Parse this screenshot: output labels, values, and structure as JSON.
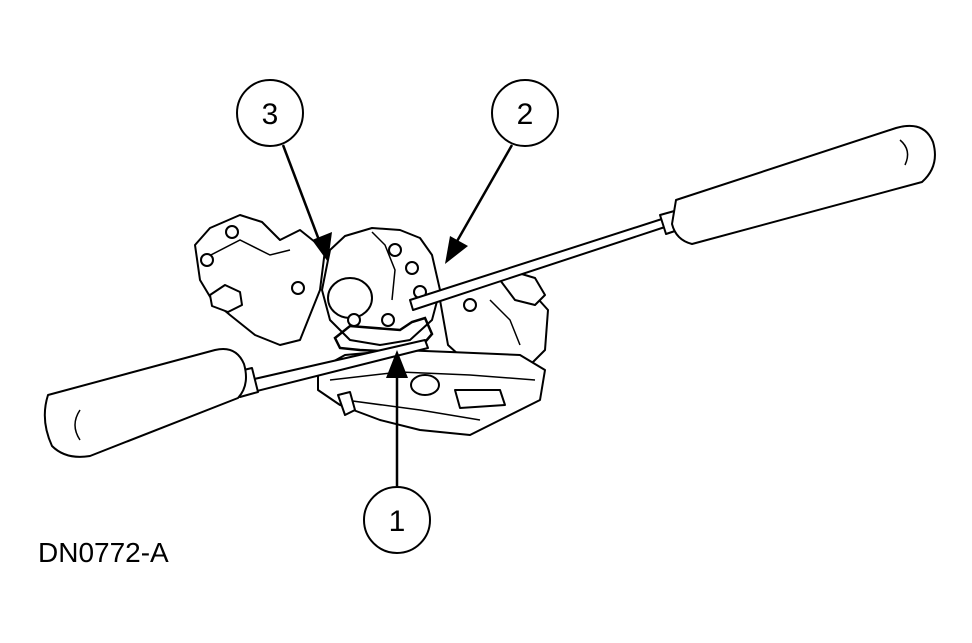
{
  "callouts": [
    {
      "id": "1",
      "label": "1"
    },
    {
      "id": "2",
      "label": "2"
    },
    {
      "id": "3",
      "label": "3"
    }
  ],
  "figure_id": "DN0772-A",
  "colors": {
    "line": "#000000",
    "fill": "#ffffff"
  },
  "icons": [
    "screwdriver-icon",
    "door-latch-icon",
    "spring-clip-icon"
  ]
}
